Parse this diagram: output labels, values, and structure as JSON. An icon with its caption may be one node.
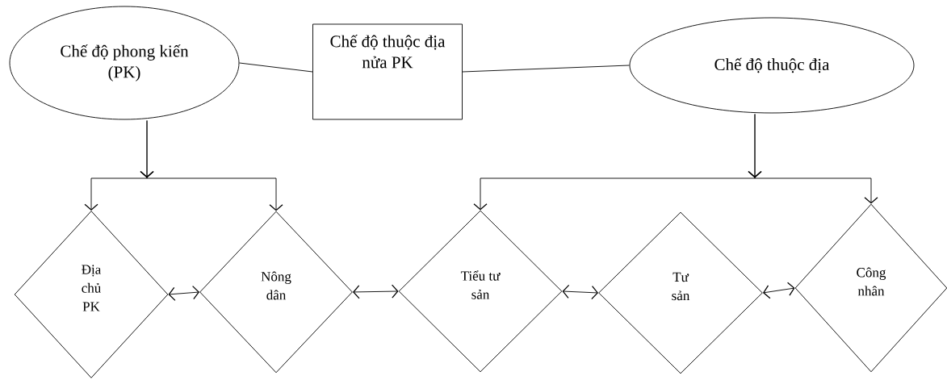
{
  "diagram": {
    "nodes": [
      {
        "text": [
          "Chế độ phong kiến (PK)"
        ]
      },
      {
        "text": [
          "Chế độ thuộc địa nửa PK"
        ]
      },
      {
        "text": [
          "Chế độ thuộc địa"
        ]
      },
      {
        "text": [
          "Địa chủ PK"
        ]
      },
      {
        "text": [
          "Nông dân"
        ]
      },
      {
        "text": [
          "Tiểu tư sản"
        ]
      },
      {
        "text": [
          "Tư sản"
        ]
      },
      {
        "text": [
          "Công nhân"
        ]
      }
    ],
    "edges": [
      {
        "from": 0,
        "to": 1,
        "arrow": "none"
      },
      {
        "from": 1,
        "to": 2,
        "arrow": "none"
      },
      {
        "from": 0,
        "to": 3,
        "arrow": "to"
      },
      {
        "from": 0,
        "to": 4,
        "arrow": "to"
      },
      {
        "from": 2,
        "to": 5,
        "arrow": "to"
      },
      {
        "from": 2,
        "to": 7,
        "arrow": "to"
      },
      {
        "from": 3,
        "to": 4,
        "arrow": "both"
      },
      {
        "from": 4,
        "to": 5,
        "arrow": "both"
      },
      {
        "from": 5,
        "to": 6,
        "arrow": "both"
      },
      {
        "from": 6,
        "to": 7,
        "arrow": "both"
      }
    ]
  }
}
